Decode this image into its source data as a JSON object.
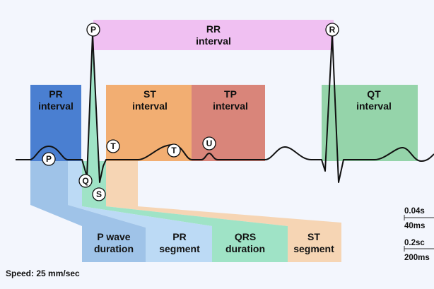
{
  "diagram": {
    "top_interval": {
      "id": "rr",
      "line1": "RR",
      "line2": "interval",
      "color": "#f0c0f2"
    },
    "intervals": [
      {
        "id": "pr",
        "line1": "PR",
        "line2": "interval",
        "color": "#4a7fd1"
      },
      {
        "id": "st",
        "line1": "ST",
        "line2": "interval",
        "color": "#f2ae72"
      },
      {
        "id": "tp",
        "line1": "TP",
        "line2": "interval",
        "color": "#d9857a"
      },
      {
        "id": "qt",
        "line1": "QT",
        "line2": "interval",
        "color": "#95d4aa"
      }
    ],
    "segments": [
      {
        "id": "p-wave",
        "line1": "P wave",
        "line2": "duration",
        "color": "#9fc3e8"
      },
      {
        "id": "pr-seg",
        "line1": "PR",
        "line2": "segment",
        "color": "#bcdaf5"
      },
      {
        "id": "qrs",
        "line1": "QRS",
        "line2": "duration",
        "color": "#9fe3c6"
      },
      {
        "id": "st-seg",
        "line1": "ST",
        "line2": "segment",
        "color": "#f6d5b4"
      }
    ],
    "markers": [
      "P",
      "R",
      "P",
      "Q",
      "S",
      "T",
      "T",
      "U"
    ],
    "scale": {
      "small_top": "0.04s",
      "small_bottom": "40ms",
      "large_top": "0.2sc",
      "large_bottom": "200ms"
    },
    "speed": "Speed: 25 mm/sec",
    "waveform_color": "#111111",
    "background": "#f3f6fd"
  }
}
